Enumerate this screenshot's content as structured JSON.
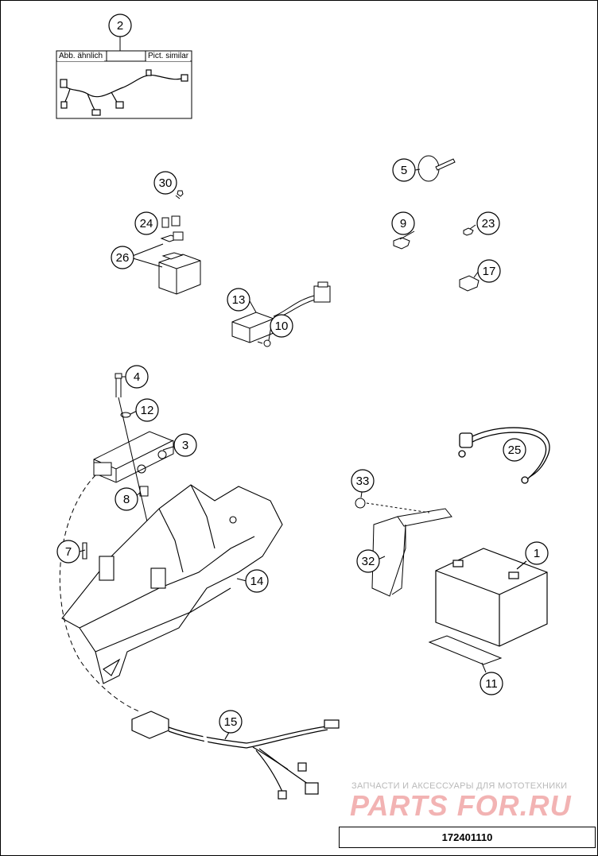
{
  "inset": {
    "left_label": "Abb. ähnlich",
    "right_label": "Pict. similar"
  },
  "callouts": [
    "2",
    "30",
    "24",
    "26",
    "13",
    "10",
    "5",
    "9",
    "23",
    "17",
    "4",
    "12",
    "3",
    "8",
    "7",
    "14",
    "15",
    "33",
    "32",
    "1",
    "25",
    "11"
  ],
  "watermark": {
    "tagline": "ЗАПЧАСТИ И АКСЕССУАРЫ ДЛЯ МОТОТЕХНИКИ",
    "brand": "PARTS FOR.RU"
  },
  "document_number": "172401110"
}
